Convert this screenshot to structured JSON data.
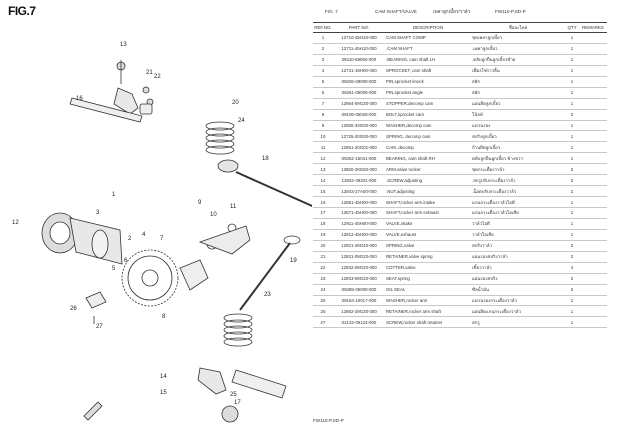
{
  "fig_title": "FIG.7",
  "header": {
    "fig": "FIG. 7",
    "title": "CAM SHAFT/VALVE",
    "title_th": "เพลาลูกเบี้ยว/วาล์ว",
    "model": "FW110-P,SD-P"
  },
  "columns": {
    "ref": "REF.NO.",
    "part": "PART NO.",
    "desc": "DESCRIPTION",
    "name_th": "ชื่ออะไหล่",
    "qty": "QTY",
    "remarks": "REMARKS"
  },
  "rows": [
    {
      "ref": "1",
      "part": "12710-45H10-000",
      "desc": "CAM SHAFT COMP",
      "th": "ชุดเพลาลูกเบี้ยว",
      "qty": "1"
    },
    {
      "ref": "2",
      "part": "12711-45H10-000",
      "desc": ".CAM SHAFT",
      "th": ".เพลาลูกเบี้ยว",
      "qty": "1"
    },
    {
      "ref": "3",
      "part": "08110-69050-000",
      "desc": ".BEARING, cam shaft LH",
      "th": ".ตลับลูกปืนลูกเบี้ยวซ้าย",
      "qty": "1"
    },
    {
      "ref": "4",
      "part": "12741-18H00-000",
      "desc": "SPROCKET, cam shaft",
      "th": "เฟืองโซ่ราวลิ้น",
      "qty": "1"
    },
    {
      "ref": "5",
      "part": "09206-08008-000",
      "desc": "PIN,sprocket knock",
      "th": "สลัก",
      "qty": "1"
    },
    {
      "ref": "6",
      "part": "09261-05005-000",
      "desc": "PIN,sprocket angle",
      "th": "สลัก",
      "qty": "1"
    },
    {
      "ref": "7",
      "part": "12954-09G20-000",
      "desc": "STOPPER,decomp cam",
      "th": "แผ่นยึดลูกเบี้ยว",
      "qty": "1"
    },
    {
      "ref": "8",
      "part": "09106-05028-000",
      "desc": "BOLT,sprocket cam",
      "th": "โบ้ลท์",
      "qty": "2"
    },
    {
      "ref": "9",
      "part": "12955-33G00-000",
      "desc": "WASHER,decomp cam",
      "th": "แหวนรอง",
      "qty": "1"
    },
    {
      "ref": "10",
      "part": "12725-20G00-000",
      "desc": "SPRING, decomp cam",
      "th": "สปริงลูกเบี้ยว",
      "qty": "1"
    },
    {
      "ref": "11",
      "part": "12951-20G01-000",
      "desc": "CAM, decomp",
      "th": "ก้านยึดลูกเบี้ยว",
      "qty": "1"
    },
    {
      "ref": "12",
      "part": "09262-15041-000",
      "desc": "BEARING, cam shaft RH",
      "th": "ตลับลูกปืนลูกเบี้ยว ข้างขวา",
      "qty": "1"
    },
    {
      "ref": "13",
      "part": "12860-28G50-000",
      "desc": "ARM,valve rocker",
      "th": "ชุดกระเดื่องวาล์ว",
      "qty": "2"
    },
    {
      "ref": "14",
      "part": "12842-49201-000",
      "desc": ".SCREW,adjusting",
      "th": ".สกรูปรับกระเดื่องวาล์ว",
      "qty": "2"
    },
    {
      "ref": "15",
      "part": "12843-27A00-000",
      "desc": ".NUT,adjusting",
      "th": ".น็อตปรับกระเดื่องวาล์ว",
      "qty": "2"
    },
    {
      "ref": "16",
      "part": "12861-45H00-000",
      "desc": "SHAFT,rocker arm intake",
      "th": "แกนกระเดื่องวาล์วไอดี",
      "qty": "1"
    },
    {
      "ref": "17",
      "part": "12871-45H00-000",
      "desc": "SHAFT,rocker arm exhaust",
      "th": "แกนกระเดื่องวาล์วไอเสีย",
      "qty": "1"
    },
    {
      "ref": "18",
      "part": "12911-45H00-000",
      "desc": "VALVE,intake",
      "th": "วาล์วไอดี",
      "qty": "1"
    },
    {
      "ref": "19",
      "part": "12912-45H00-000",
      "desc": "VALVE,exhaust",
      "th": "วาล์วไอเสีย",
      "qty": "1"
    },
    {
      "ref": "20",
      "part": "12921-28G40-000",
      "desc": "SPRING,valve",
      "th": "สปริงวาล์ว",
      "qty": "2"
    },
    {
      "ref": "21",
      "part": "12931-09G20-000",
      "desc": "RETAINER,valve spring",
      "th": "แผ่นรองสปริงวาล์ว",
      "qty": "2"
    },
    {
      "ref": "22",
      "part": "12932-09G20-000",
      "desc": "COTTER,valve",
      "th": "เขี้ยววาล์ว",
      "qty": "4"
    },
    {
      "ref": "23",
      "part": "12933-09G20-000",
      "desc": "SEAT,spring",
      "th": "แผ่นรองสปริง",
      "qty": "2"
    },
    {
      "ref": "24",
      "part": "09289-05008-000",
      "desc": "OIL SEAL",
      "th": "ซีลน้ำมัน",
      "qty": "2"
    },
    {
      "ref": "25",
      "part": "09184-10017-000",
      "desc": "WASHER,rocker arm",
      "th": "แหวนรองกระเดื่องวาล์ว",
      "qty": "1"
    },
    {
      "ref": "26",
      "part": "12882-29G20-000",
      "desc": "RETAINER,rocker arm shaft",
      "th": "แผ่นยึดแกนกระเดื่องวาล์ว",
      "qty": "1"
    },
    {
      "ref": "27",
      "part": "02122-06124-000",
      "desc": "SCREW,rocker shaft retainer",
      "th": "สกรู",
      "qty": "1"
    }
  ],
  "footer": "FW110-P,SD-P",
  "diagram": {
    "labels": [
      "1",
      "2",
      "3",
      "4",
      "5",
      "6",
      "7",
      "8",
      "9",
      "10",
      "11",
      "12",
      "13",
      "14",
      "15",
      "16",
      "17",
      "18",
      "19",
      "20",
      "21",
      "22",
      "23",
      "24",
      "25",
      "26",
      "27"
    ]
  },
  "icons": {
    "bookmark": "bookmark-icon"
  }
}
